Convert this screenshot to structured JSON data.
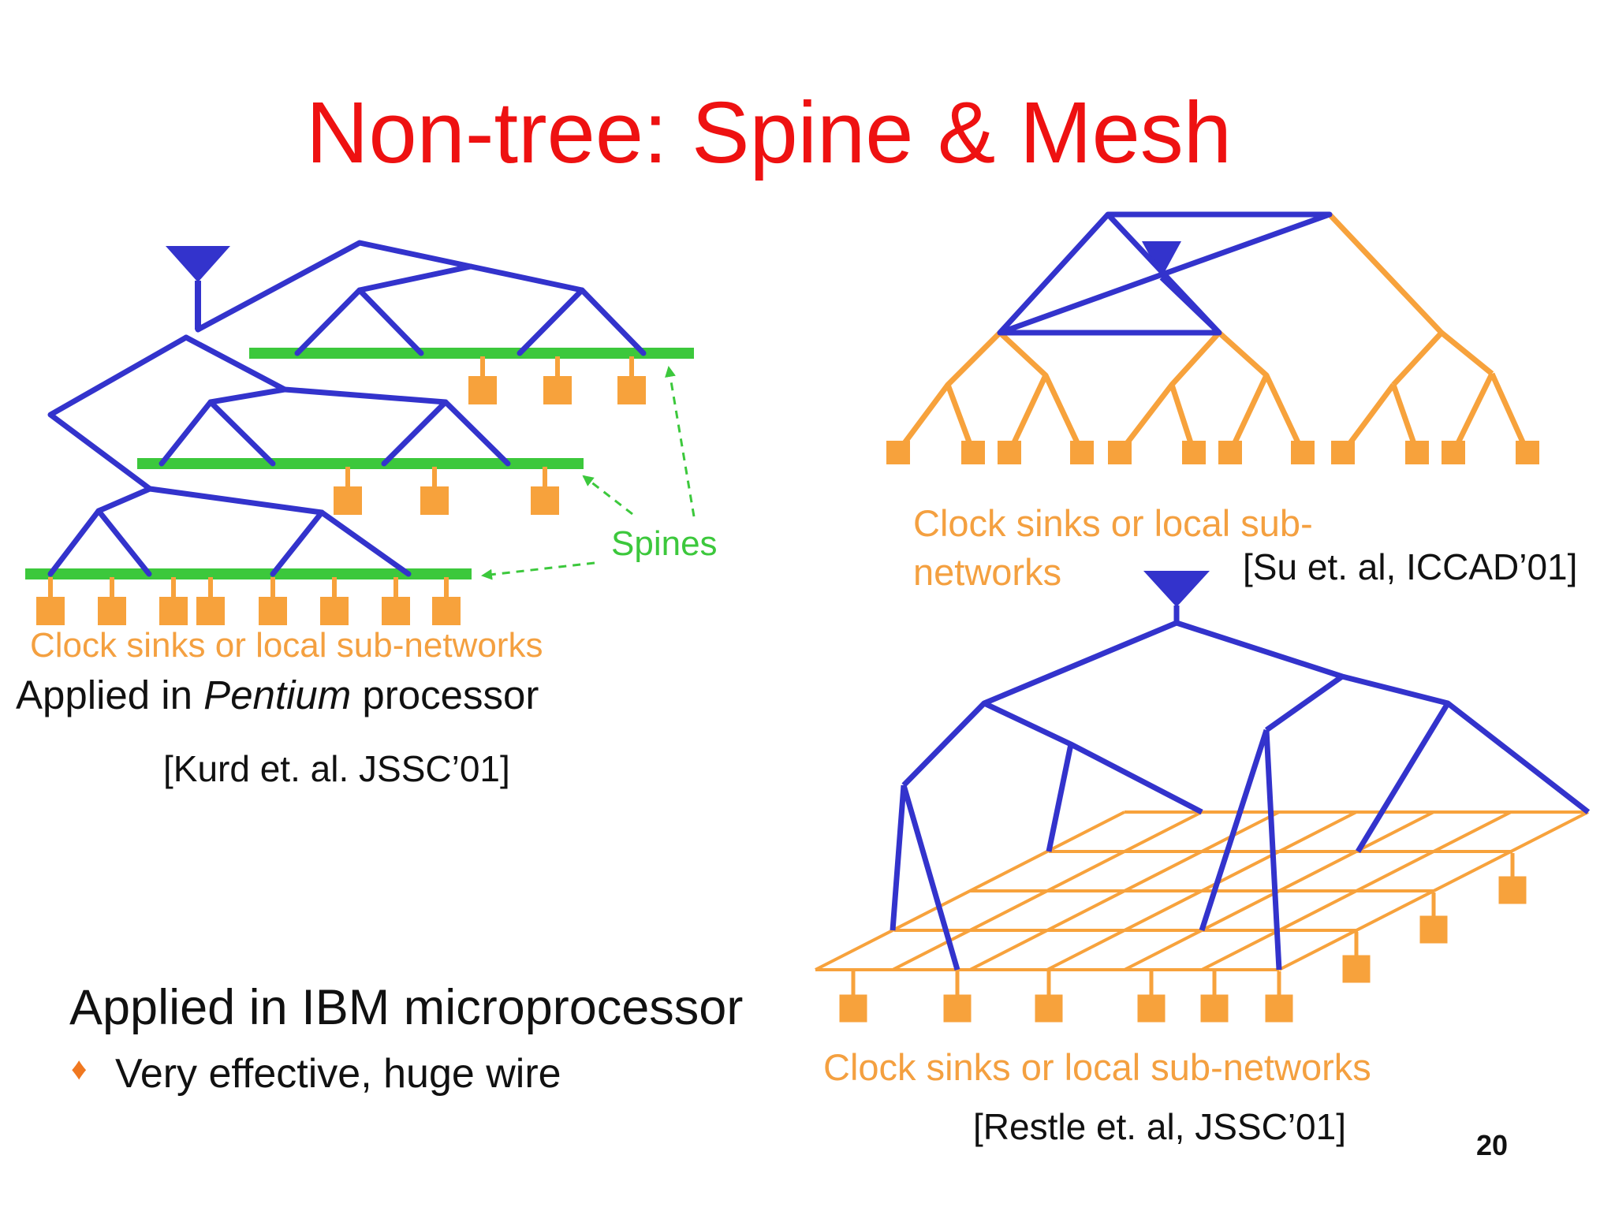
{
  "title": "Non-tree: Spine & Mesh",
  "spine_diagram": {
    "spines_label": "Spines",
    "sinks_label": "Clock sinks or local sub-networks",
    "applied": {
      "prefix": "Applied in ",
      "emphasis": "Pentium",
      "suffix": " processor"
    },
    "citation": "[Kurd et. al. JSSC’01]"
  },
  "tree_diagram": {
    "sinks_label_line1": "Clock sinks or local sub-",
    "sinks_label_line2": "networks",
    "citation": "[Su et. al, ICCAD’01]"
  },
  "mesh_diagram": {
    "applied": "Applied in IBM microprocessor",
    "bullet": "Very effective, huge wire",
    "sinks_label": "Clock sinks or local sub-networks",
    "citation": "[Restle et. al, JSSC’01]"
  },
  "page_number": "20",
  "colors": {
    "title": "#ee1111",
    "tree_wire": "#3333cc",
    "spine": "#3cc83c",
    "sink": "#f7a23c",
    "label_orange": "#f4a040"
  }
}
